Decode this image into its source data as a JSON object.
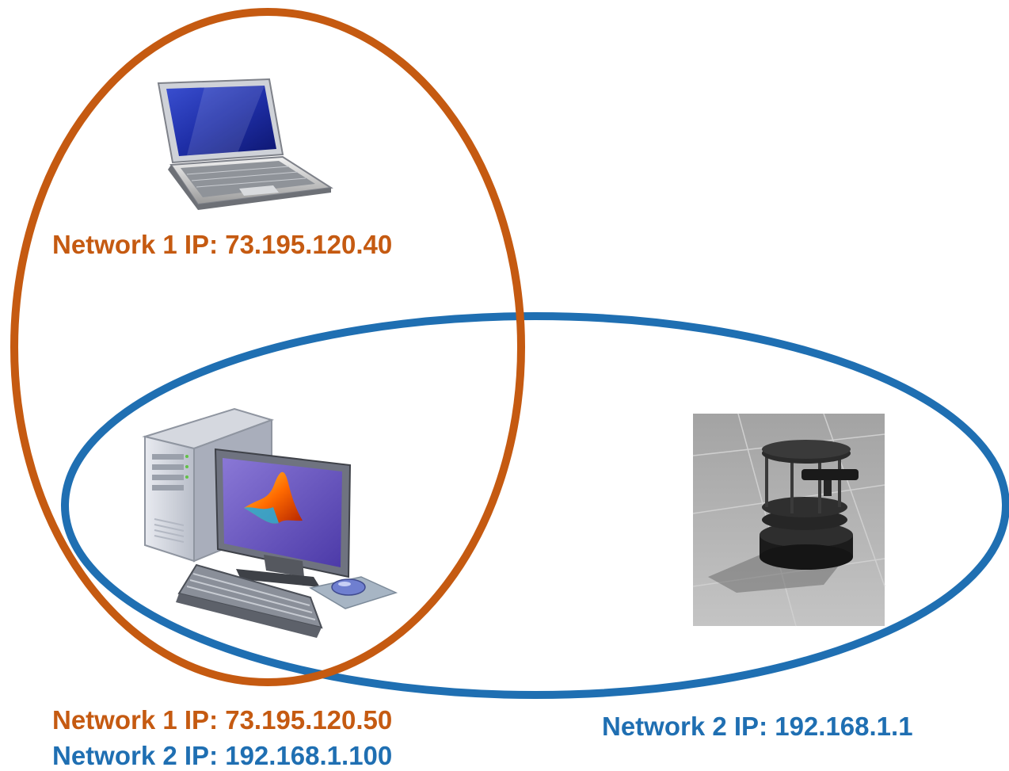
{
  "colors": {
    "network1": "#C55A11",
    "network2": "#1F6FB2",
    "background": "#FFFFFF"
  },
  "networks": [
    {
      "name": "network-1",
      "color": "#C55A11"
    },
    {
      "name": "network-2",
      "color": "#1F6FB2"
    }
  ],
  "devices": {
    "laptop": {
      "icon": "laptop-icon",
      "label_network1": "Network 1 IP: 73.195.120.40"
    },
    "desktop": {
      "icon": "desktop-matlab-icon",
      "label_network1": "Network 1 IP: 73.195.120.50",
      "label_network2": "Network 2 IP: 192.168.1.100"
    },
    "robot": {
      "icon": "turtlebot-robot-icon",
      "label_network2": "Network 2 IP: 192.168.1.1"
    }
  }
}
